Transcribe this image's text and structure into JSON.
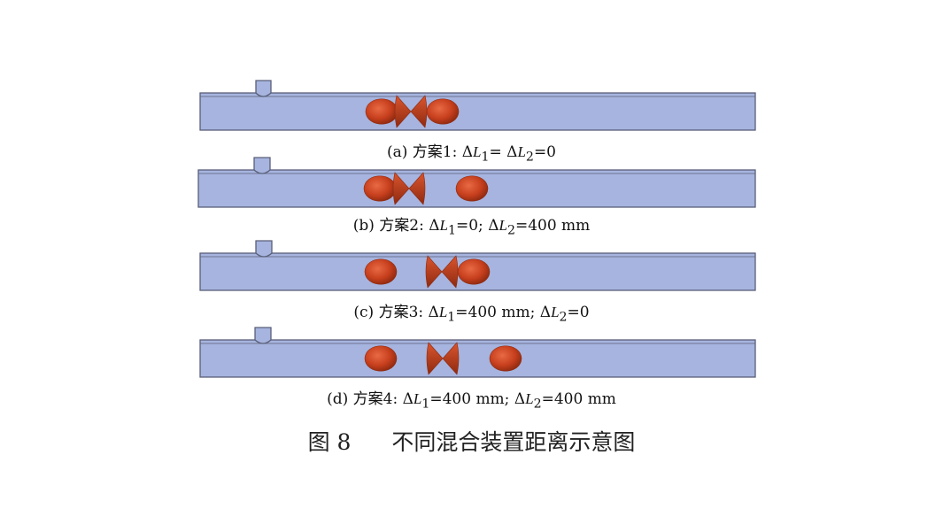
{
  "panels": [
    {
      "label": "(a)",
      "scheme": "方案1:",
      "dL1": "Δ",
      "L1": "L",
      "sub1": "1",
      "eq1": "=",
      "sep": " ",
      "dL2": "Δ",
      "L2": "L",
      "sub2": "2",
      "eq2": "=0",
      "separation_L1_mm": 0,
      "separation_L2_mm": 0
    },
    {
      "label": "(b)",
      "scheme": "方案2:",
      "dL1": "Δ",
      "L1": "L",
      "sub1": "1",
      "eq1": "=0;",
      "sep": " ",
      "dL2": "Δ",
      "L2": "L",
      "sub2": "2",
      "eq2": "=400 mm",
      "separation_L1_mm": 0,
      "separation_L2_mm": 400
    },
    {
      "label": "(c)",
      "scheme": "方案3:",
      "dL1": "Δ",
      "L1": "L",
      "sub1": "1",
      "eq1": "=400 mm;",
      "sep": " ",
      "dL2": "Δ",
      "L2": "L",
      "sub2": "2",
      "eq2": "=0",
      "separation_L1_mm": 400,
      "separation_L2_mm": 0
    },
    {
      "label": "(d)",
      "scheme": "方案4:",
      "dL1": "Δ",
      "L1": "L",
      "sub1": "1",
      "eq1": "=400 mm;",
      "sep": " ",
      "dL2": "Δ",
      "L2": "L",
      "sub2": "2",
      "eq2": "=400 mm",
      "separation_L1_mm": 400,
      "separation_L2_mm": 400
    }
  ],
  "figure": {
    "number": "图 8",
    "title": "不同混合装置距离示意图"
  },
  "colors": {
    "pipe_fill": "#a6b4df",
    "pipe_edge": "#5a5f78",
    "mixer_fill": "#c8401e",
    "mixer_dark": "#8f2a10"
  }
}
